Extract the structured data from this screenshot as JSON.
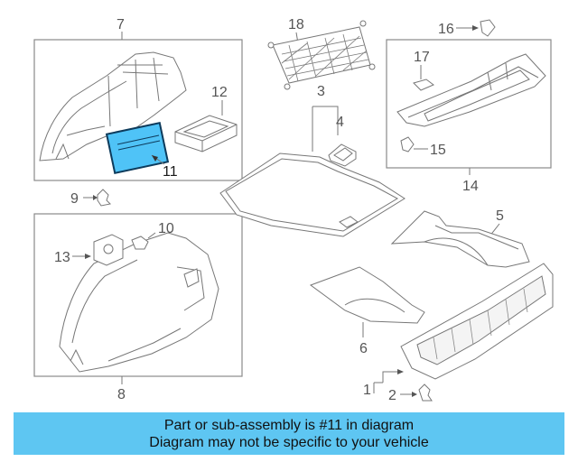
{
  "diagram": {
    "callouts": {
      "c1": "1",
      "c2": "2",
      "c3": "3",
      "c4": "4",
      "c5": "5",
      "c6": "6",
      "c7": "7",
      "c8": "8",
      "c9": "9",
      "c10": "10",
      "c11": "11",
      "c12": "12",
      "c13": "13",
      "c14": "14",
      "c15": "15",
      "c16": "16",
      "c17": "17",
      "c18": "18"
    },
    "highlighted_part": "11",
    "highlight_color": "#4fc3f7"
  },
  "banner": {
    "line1": "Part or sub-assembly is #11 in diagram",
    "line2": "Diagram may not be specific to your vehicle",
    "background": "#5ec6f2"
  }
}
